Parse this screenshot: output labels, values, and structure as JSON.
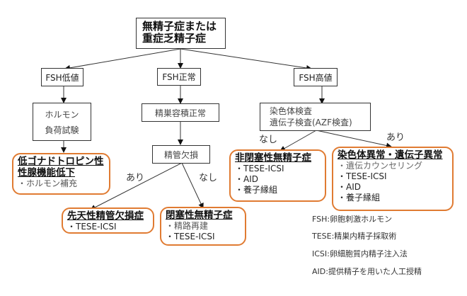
{
  "diagram": {
    "root": {
      "line1": "無精子症または",
      "line2": "重症乏精子症"
    },
    "branches": {
      "fsh_low": "FSH低値",
      "fsh_normal": "FSH正常",
      "fsh_high": "FSH高値"
    },
    "hormone_test": {
      "line1": "ホルモン",
      "line2": "負荷試験"
    },
    "testis_volume": "精巣容積正常",
    "vas_absence": "精管欠損",
    "genetic_test": {
      "line1": "染色体検査",
      "line2": "遺伝子検査(AZF検査)"
    },
    "edge_labels": {
      "vas_yes": "あり",
      "vas_no": "なし",
      "genetic_no": "なし",
      "genetic_yes": "あり"
    },
    "outcomes": {
      "hypogonadotropic": {
        "title_line1": "低ゴナドトロピン性",
        "title_line2": "性腺機能低下",
        "items": [
          "・ホルモン補充"
        ]
      },
      "congenital_vas": {
        "title": "先天性精管欠損症",
        "items": [
          "・TESE-ICSI"
        ]
      },
      "obstructive": {
        "title": "閉塞性無精子症",
        "items": [
          "・精路再建",
          "・TESE-ICSI"
        ]
      },
      "non_obstructive": {
        "title": "非閉塞性無精子症",
        "items": [
          "・TESE-ICSI",
          "・AID",
          "・養子縁組"
        ]
      },
      "chromosomal": {
        "title": "染色体異常・遺伝子異常",
        "items": [
          "・遺伝カウンセリング",
          "・TESE-ICSI",
          "・AID",
          "・養子縁組"
        ]
      }
    },
    "legend": [
      "FSH:卵胞刺激ホルモン",
      "TESE:精巣内精子採取術",
      "ICSI:卵細胞質内精子注入法",
      "AID:提供精子を用いた人工授精"
    ],
    "colors": {
      "outcome_border": "#e07b32",
      "box_border": "#333333"
    }
  }
}
